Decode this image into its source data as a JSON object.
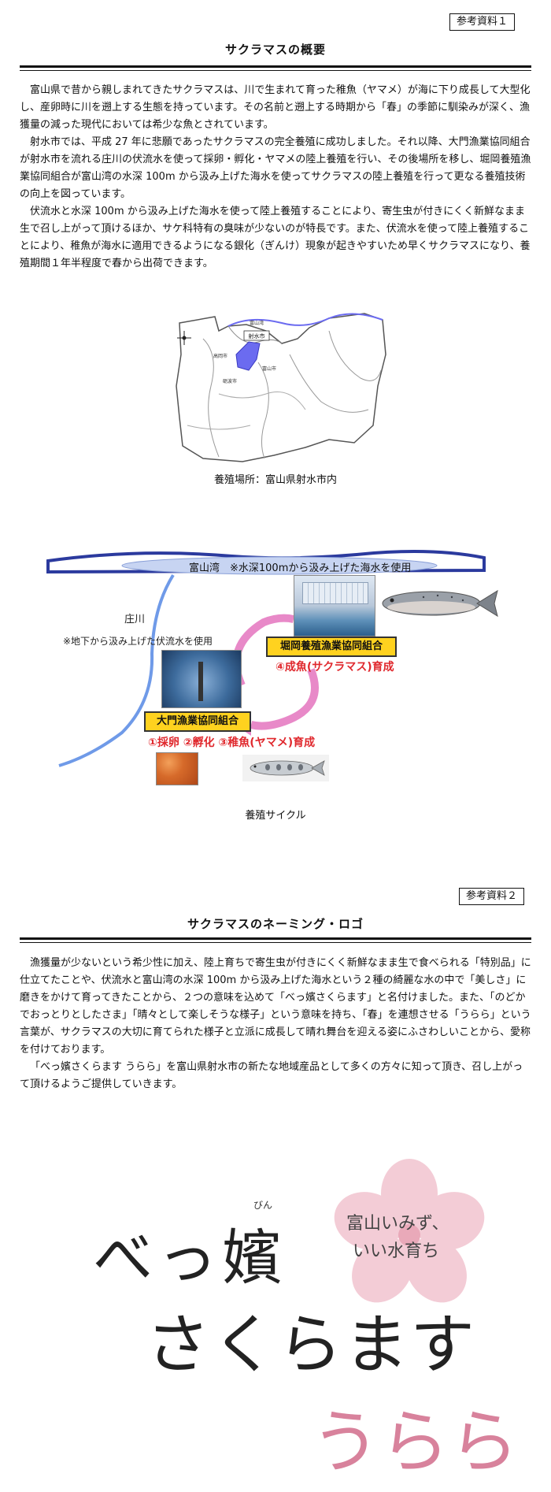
{
  "section1": {
    "ref_label": "参考資料１",
    "title": "サクラマスの概要",
    "paragraphs": [
      "富山県で昔から親しまれてきたサクラマスは、川で生まれて育った稚魚（ヤマメ）が海に下り成長して大型化し、産卵時に川を遡上する生態を持っています。その名前と遡上する時期から「春」の季節に馴染みが深く、漁獲量の減った現代においては希少な魚とされています。",
      "射水市では、平成 27 年に悲願であったサクラマスの完全養殖に成功しました。それ以降、大門漁業協同組合が射水市を流れる庄川の伏流水を使って採卵・孵化・ヤマメの陸上養殖を行い、その後場所を移し、堀岡養殖漁業協同組合が富山湾の水深 100m から汲み上げた海水を使ってサクラマスの陸上養殖を行って更なる養殖技術の向上を図っています。",
      "伏流水と水深 100m から汲み上げた海水を使って陸上養殖することにより、寄生虫が付きにくく新鮮なまま生で召し上がって頂けるほか、サケ科特有の臭味が少ないのが特長です。また、伏流水を使って陸上養殖することにより、稚魚が海水に適用できるようになる銀化（ぎんけ）現象が起きやすいため早くサクラマスになり、養殖期間１年半程度で春から出荷できます。"
    ],
    "map": {
      "labels": [
        "富山湾",
        "射水市",
        "高岡市",
        "富山市",
        "砺波市"
      ],
      "caption": "養殖場所：富山県射水市内"
    },
    "cycle": {
      "bay_label": "富山湾　※水深100mから汲み上げた海水を使用",
      "river_label": "庄川",
      "groundwater_note": "※地下から汲み上げた伏流水を使用",
      "horioka_label": "堀岡養殖漁業協同組合",
      "horioka_step": "④成魚(サクラマス)育成",
      "daimon_label": "大門漁業協同組合",
      "daimon_steps": "①採卵 ②孵化 ③稚魚(ヤマメ)育成",
      "caption": "養殖サイクル"
    }
  },
  "section2": {
    "ref_label": "参考資料２",
    "title": "サクラマスのネーミング・ロゴ",
    "paragraphs": [
      "漁獲量が少ないという希少性に加え、陸上育ちで寄生虫が付きにくく新鮮なまま生で食べられる「特別品」に仕立てたことや、伏流水と富山湾の水深 100m から汲み上げた海水という２種の綺麗な水の中で「美しさ」に磨きをかけて育ってきたことから、２つの意味を込めて「べっ嬪さくらます」と名付けました。また、「のどかでおっとりとしたさま」「晴々として楽しそうな様子」という意味を持ち、「春」を連想させる「うらら」という言葉が、サクラマスの大切に育てられた様子と立派に成長して晴れ舞台を迎える姿にふさわしいことから、愛称を付けております。",
      "「べっ嬪さくらます うらら」を富山県射水市の新たな地域産品として多くの方々に知って頂き、召し上がって頂けるようご提供していきます。"
    ],
    "logo": {
      "ruby": "びん",
      "line1": "べっ嬪",
      "line2": "さくらます",
      "line3": "うらら",
      "tagline1": "富山いみず、",
      "tagline2": "いい水育ち"
    }
  },
  "colors": {
    "sea_blue": "#2b3a9e",
    "river_blue": "#6f9ae8",
    "city_highlight": "#6b6bf0",
    "arrow_pink": "#e889c8",
    "label_yellow": "#ffd21f",
    "step_red": "#e0282d",
    "logo_pink": "#d8829c",
    "flower_pink": "#f2c4cf"
  }
}
